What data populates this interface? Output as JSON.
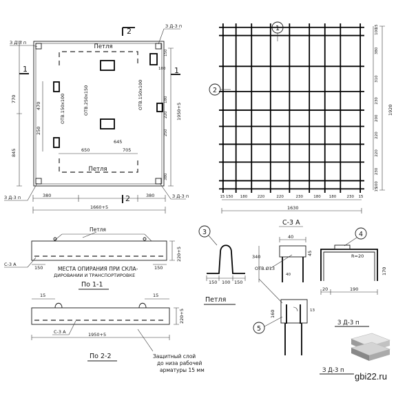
{
  "plan": {
    "tag_tl": "З Д-3 п",
    "tag_tr": "З Д-3 п",
    "tag_bl": "З Д-3 п",
    "tag_br": "З Д-3 п",
    "section2_mark": "2",
    "section2_mark_bottom": "2",
    "section1_mark_left": "1",
    "section1_mark_right": "1",
    "loop_top": "Петля",
    "loop_bottom": "Петля",
    "hole_left_top": "ОТВ.150х100",
    "hole_left_bottom": "ОТВ.150х100",
    "hole_center": "ОТВ.250х150",
    "hole_right": "ОТВ.150х100",
    "dim_650": "650",
    "dim_705": "705",
    "dim_645_h": "645",
    "dim_380_l": "380",
    "dim_380_r": "380",
    "dim_1660": "1660+5",
    "dim_770": "770",
    "dim_845": "845",
    "dim_470": "470",
    "dim_250": "250",
    "dim_150_r": "150",
    "dim_100_r": "100",
    "dim_220_r": "220",
    "dim_180_r": "180",
    "dim_1950": "1950+5",
    "dim_380_v": "380",
    "dim_250_r": "250"
  },
  "mesh": {
    "callout_1": "1",
    "callout_2": "2",
    "title": "С-3 А",
    "dims_x": [
      "15",
      "150",
      "180",
      "220",
      "220",
      "230",
      "180",
      "180",
      "230",
      "15"
    ],
    "dim_total_x": "1630",
    "dims_y": [
      "15",
      "100",
      "380",
      "310",
      "230",
      "200",
      "220",
      "220",
      "230",
      "100",
      "15"
    ],
    "dim_total_y": "1920"
  },
  "section11": {
    "loop_label": "Петля",
    "mesh_tag": "С-3 А",
    "support_text": "МЕСТА ОПИРАНИЯ ПРИ СКЛА-",
    "support_text2": "ДИРОВАНИИ И ТРАНСПОРТИРОВКЕ",
    "dim_150_l": "150",
    "dim_150_r": "150",
    "height": "220+5",
    "title": "По 1-1"
  },
  "section22": {
    "dim_15_l": "15",
    "dim_15_r": "15",
    "mesh_tag": "С-3 А",
    "length": "1950+5",
    "height": "220+5",
    "title": "По 2-2",
    "note1": "Защитный слой",
    "note2": "до низа рабочей",
    "note3": "арматуры 15 мм"
  },
  "loop": {
    "callout": "3",
    "dims": [
      "150",
      "100",
      "150"
    ],
    "title": "Петля"
  },
  "zd": {
    "callout_4": "4",
    "callout_5": "5",
    "dim_40": "40",
    "dim_45": "45",
    "dim_340": "340",
    "dim_hole": "ОТВ.Ø13",
    "dim_40b": "40",
    "dim_13": "13",
    "dim_160": "160",
    "dim_r20": "R=20",
    "dim_20": "20",
    "dim_190": "190",
    "dim_170": "170",
    "title_right": "З Д-3 п",
    "title_bottom": "З Д-3 п"
  },
  "watermark": "gbi22.ru"
}
